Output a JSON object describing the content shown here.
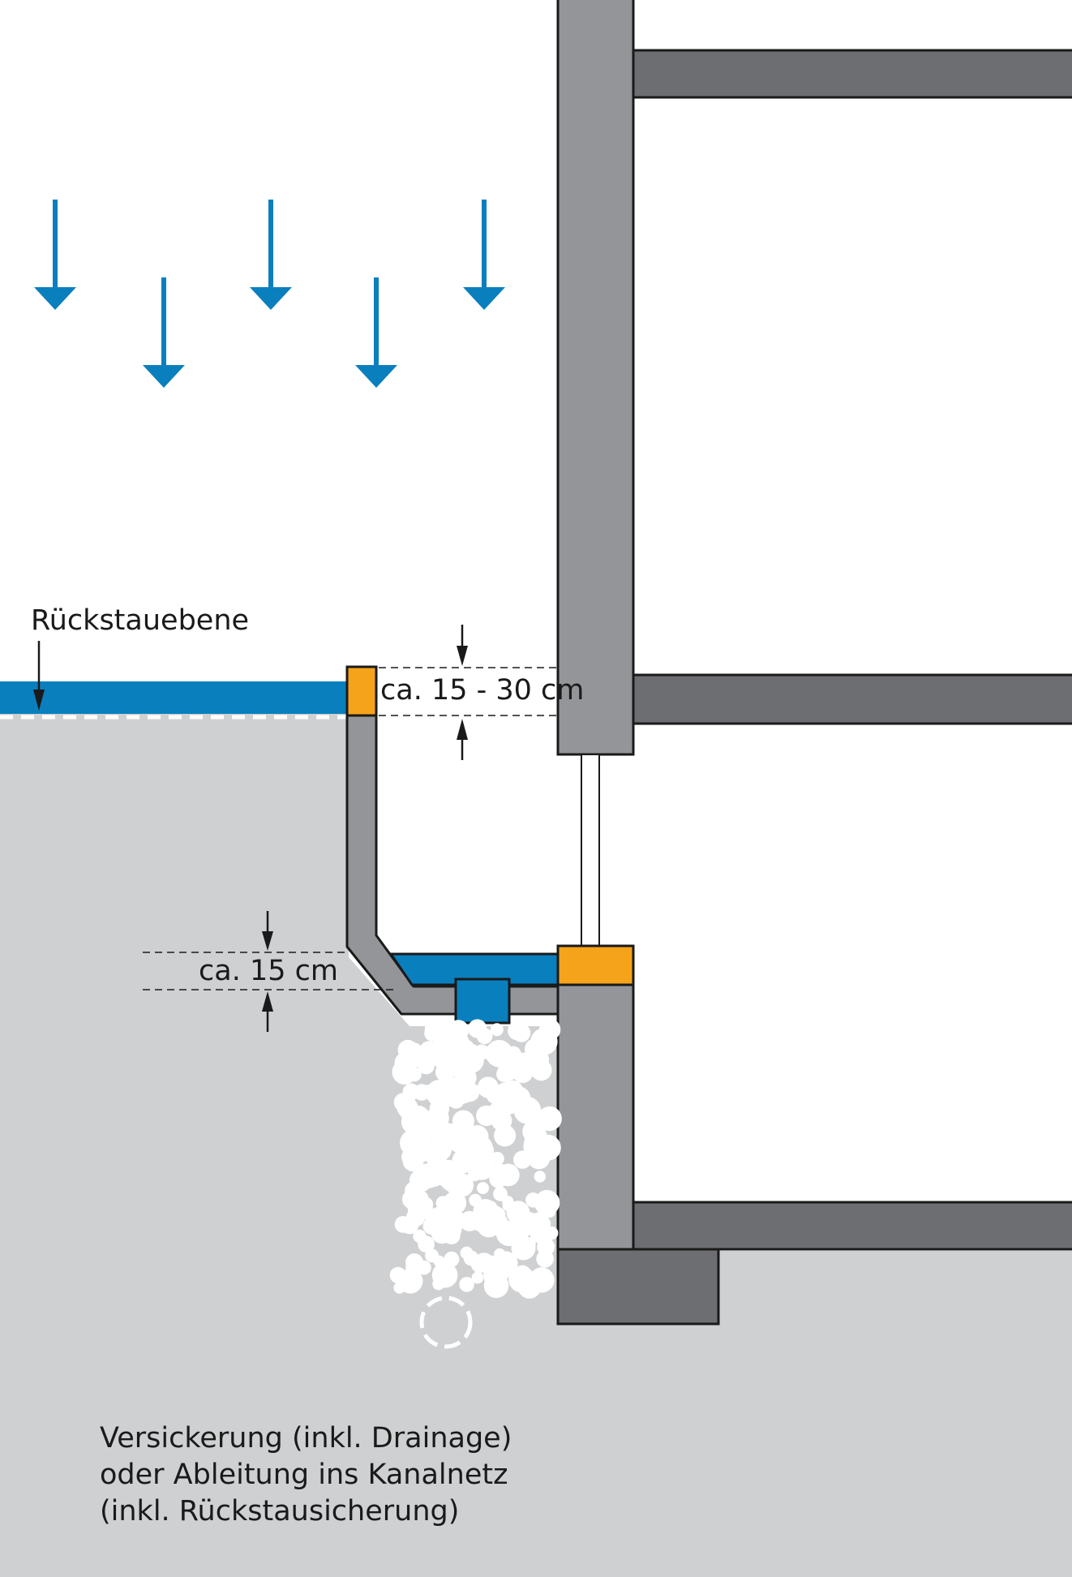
{
  "labels": {
    "backwater_level": "Rückstauebene",
    "upper_gap": "ca. 15 - 30 cm",
    "lower_gap": "ca. 15 cm",
    "footnote_lines": [
      "Versickerung  (inkl. Drainage)",
      "oder Ableitung ins Kanalnetz",
      "(inkl. Rückstausicherung)"
    ]
  },
  "icons": {
    "rain": "arrow-down-icon",
    "dimension": "arrow-icon"
  },
  "colors": {
    "ground": "#cfd0d2",
    "wall": "#939598",
    "slab": "#6d6e71",
    "water": "#0a7fbd",
    "seal": "#f5a31a",
    "outline": "#1a1a1a",
    "gravel": "#ffffff"
  }
}
